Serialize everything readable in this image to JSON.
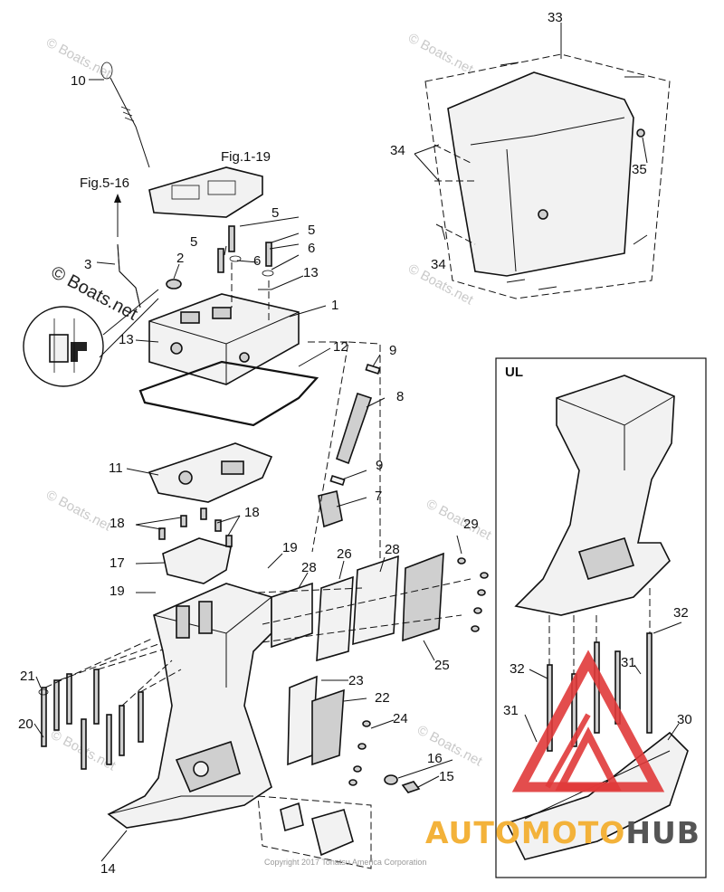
{
  "callouts": {
    "n1": "1",
    "n2": "2",
    "n3": "3",
    "n5a": "5",
    "n5b": "5",
    "n6a": "6",
    "n6b": "6",
    "n7": "7",
    "n8": "8",
    "n9a": "9",
    "n9b": "9",
    "n10": "10",
    "n11": "11",
    "n12": "12",
    "n13a": "13",
    "n13b": "13",
    "n14": "14",
    "n15": "15",
    "n16": "16",
    "n17": "17",
    "n18a": "18",
    "n18b": "18",
    "n19a": "19",
    "n19b": "19",
    "n20": "20",
    "n21": "21",
    "n22": "22",
    "n23": "23",
    "n24": "24",
    "n25": "25",
    "n26": "26",
    "n28a": "28",
    "n28b": "28",
    "n29": "29",
    "n30": "30",
    "n31a": "31",
    "n31b": "31",
    "n32a": "32",
    "n32b": "32",
    "n33": "33",
    "n34a": "34",
    "n34b": "34",
    "n35": "35"
  },
  "refs": {
    "fig_1_19": "Fig.1-19",
    "fig_5_16": "Fig.5-16"
  },
  "inset": {
    "label": "UL"
  },
  "watermark": {
    "boats": "© Boats.net",
    "boats_big": "© Boats.net"
  },
  "copyright": "Copyright 2017 Tohatsu America Corporation",
  "brand": {
    "part1": "AUTOMOTO",
    "part2": "HUB",
    "color_accent": "#f3b23a",
    "color_dark": "#555555",
    "logo_color": "#e03a3a"
  }
}
